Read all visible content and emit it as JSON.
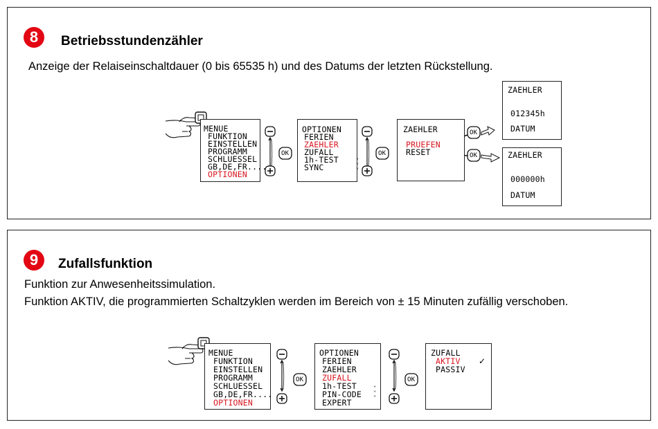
{
  "colors": {
    "accent": "#e30613",
    "border": "#222222",
    "highlight": "#d8151f"
  },
  "section8": {
    "number": "8",
    "title": "Betriebsstundenzähler",
    "description": "Anzeige der Relaiseinschaltdauer (0 bis 65535 h) und des Datums der letzten Rückstellung.",
    "menu_items": [
      "MENUE",
      "FUNKTION",
      "EINSTELLEN",
      "PROGRAMM",
      "SCHLUESSEL",
      "GB,DE,FR....",
      "OPTIONEN"
    ],
    "options_items": [
      "OPTIONEN",
      "FERIEN",
      "ZAEHLER",
      "ZUFALL",
      "1h-TEST",
      "SYNC"
    ],
    "counter_items": [
      "ZAEHLER",
      "PRUEFEN",
      "RESET"
    ],
    "check_screen": {
      "title": "ZAEHLER",
      "value": "012345h",
      "label": "DATUM"
    },
    "reset_screen": {
      "title": "ZAEHLER",
      "value": "000000h",
      "label": "DATUM"
    }
  },
  "section9": {
    "number": "9",
    "title": "Zufallsfunktion",
    "description_line1": "Funktion zur Anwesenheitssimulation.",
    "description_line2": "Funktion AKTIV, die programmierten Schaltzyklen werden im Bereich von ± 15 Minuten zufällig verschoben.",
    "menu_items": [
      "MENUE",
      "FUNKTION",
      "EINSTELLEN",
      "PROGRAMM",
      "SCHLUESSEL",
      "GB,DE,FR....",
      "OPTIONEN"
    ],
    "options_items": [
      "OPTIONEN",
      "FERIEN",
      "ZAEHLER",
      "ZUFALL",
      "1h-TEST",
      "PIN-CODE",
      "EXPERT"
    ],
    "random_items": [
      "ZUFALL",
      "AKTIV",
      "PASSIV"
    ],
    "check_mark": "✓"
  },
  "controls": {
    "minus": "−",
    "plus": "+",
    "ok": "OK",
    "scroll": "⌄⌄⌄"
  }
}
